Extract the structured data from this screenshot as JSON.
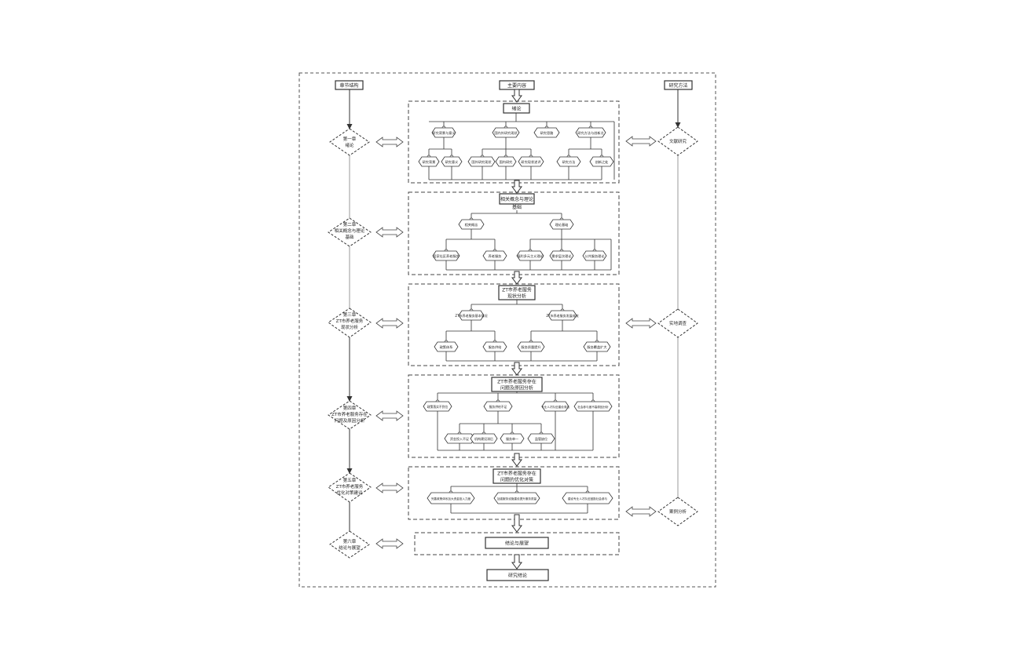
{
  "columns": {
    "left_header": "章节结构",
    "center_header": "主要内容",
    "right_header": "研究方法"
  },
  "chapters": [
    {
      "line1": "第一章",
      "line2": "绪论",
      "line3": ""
    },
    {
      "line1": "第二章",
      "line2": "相关概念与理论",
      "line3": "基础"
    },
    {
      "line1": "第三章",
      "line2": "ZT市养老服务",
      "line3": "现状分析"
    },
    {
      "line1": "第四章",
      "line2": "ZT市养老服务存在",
      "line3": "问题及原因分析"
    },
    {
      "line1": "第五章",
      "line2": "ZT市养老服务",
      "line3": "优化对策建议"
    },
    {
      "line1": "第六章",
      "line2": "结论与展望",
      "line3": ""
    }
  ],
  "methods": [
    "文献研究",
    "实地调查",
    "案例分析"
  ],
  "sections": {
    "s1": {
      "title": "绪论",
      "branches": [
        "研究背景与意义",
        "国内外研究现状",
        "研究思路",
        "研究方法与创新点"
      ],
      "leaves": [
        "研究背景",
        "研究意义",
        "国外研究现状",
        "国内研究",
        "研究现状述评",
        "研究方法",
        "创新之处"
      ]
    },
    "s2": {
      "title1": "相关概念与理论",
      "title2": "基础",
      "branches": [
        "相关概念",
        "理论基础"
      ],
      "leaves": [
        "居家社区养老服务",
        "养老服务",
        "福利多元主义理论",
        "需求层次理论",
        "公共服务理论"
      ]
    },
    "s3": {
      "title1": "ZT市养老服务",
      "title2": "现状分析",
      "branches": [
        "ZT市养老服务基本情况",
        "ZT市养老服务发展成效"
      ],
      "leaves": [
        "政策体系",
        "服务供给",
        "服务质量提升",
        "服务覆盖扩大"
      ]
    },
    "s4": {
      "title1": "ZT市养老服务存在",
      "title2": "问题及原因分析",
      "branches": [
        "政策落实不到位",
        "服务供给不足",
        "专业人才队伍建设滞后",
        "社会参与度不高原因分析"
      ],
      "leaves": [
        "资金投入不足",
        "机构建设滞后",
        "服务单一",
        "监管缺位"
      ]
    },
    "s5": {
      "title1": "ZT市养老服务存在",
      "title2": "问题的优化对策",
      "leaves": [
        "完善政策体系加大资金投入力度",
        "加强服务设施建设提升服务质量",
        "建设专业人才队伍鼓励社会参与"
      ]
    },
    "s6": {
      "title": "结论与展望"
    },
    "end": "研究结论"
  }
}
